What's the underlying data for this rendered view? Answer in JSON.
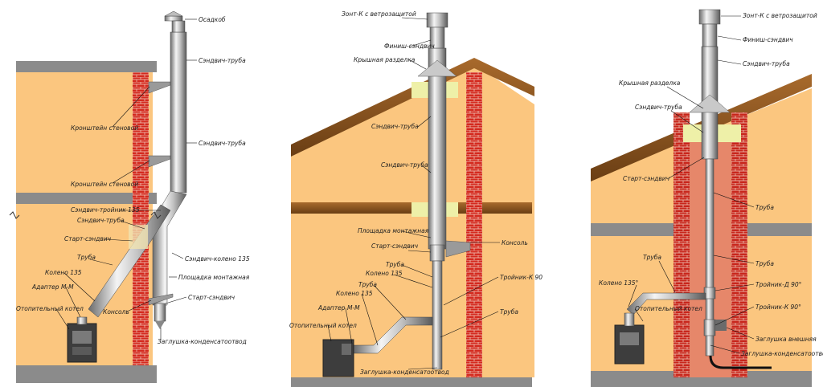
{
  "diagram1": {
    "labels": {
      "osadkobrannik": "Осадкоб",
      "sandwich_pipe_top": "Сэндвич-труба",
      "bracket_top": "Кронштейн стеновой",
      "sandwich_pipe_mid": "Сэндвич-труба",
      "bracket_mid": "Кронштейн стеновой",
      "sandwich_tee": "Сэндвич-тройник 135",
      "sandwich_pipe_low": "Сэндвич-труба",
      "start_sandwich": "Старт-сэндвич",
      "pipe": "Труба",
      "elbow": "Колено 135",
      "adapter": "Адаптер М-М",
      "boiler": "Отопительный котел",
      "console": "Консоль",
      "sandwich_elbow": "Сэндвич-колено 135",
      "mount_platform": "Площадка монтажная",
      "start_sandwich_2": "Старт-сэндвич",
      "condensate_plug": "Заглушка-конденсатоотвод"
    }
  },
  "diagram2": {
    "labels": {
      "umbrella": "Зонт-К с ветрозащитой",
      "finish_sandwich": "Финиш-сэндвич",
      "roof_cut": "Крышная разделка",
      "sandwich_pipe_1": "Сэндвич-труба",
      "sandwich_pipe_2": "Сэндвич-труба",
      "mount_platform": "Площадка монтажная",
      "start_sandwich": "Старт-сэндвич",
      "console": "Консоль",
      "pipe_a": "Труба",
      "elbow_a": "Колено 135",
      "tee_k90": "Тройник-К 90",
      "pipe_b": "Труба",
      "elbow_b": "Колено 135",
      "adapter": "Адаптер М-М",
      "pipe_c": "Труба",
      "boiler": "Отопительный котел",
      "condensate_plug": "Заглушка-конденсатоотвод"
    }
  },
  "diagram3": {
    "labels": {
      "umbrella": "Зонт-К с ветрозащитой",
      "finish_sandwich": "Финиш-сэндвич",
      "sandwich_pipe_top": "Сэндвич-труба",
      "roof_cut": "Крышная разделка",
      "sandwich_pipe_2": "Сэндвич-труба",
      "start_sandwich": "Старт-сэндвич",
      "pipe_1": "Труба",
      "pipe_2": "Труба",
      "elbow": "Колено 135°",
      "boiler": "Отопительный котел",
      "pipe_3": "Труба",
      "tee_d90": "Тройник-Д 90°",
      "tee_k90": "Тройник-К 90°",
      "plug_ext": "Заглушка внешняя",
      "condensate_plug": "Заглушка-конденсатоотвод"
    }
  }
}
